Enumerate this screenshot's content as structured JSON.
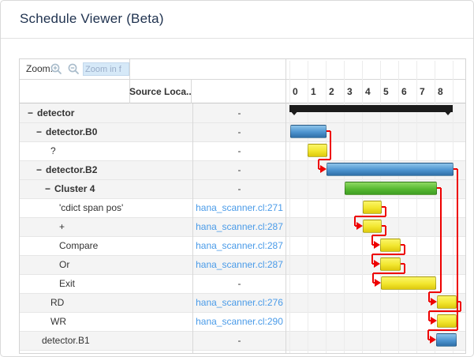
{
  "title": "Schedule Viewer (Beta)",
  "toolbar": {
    "zoom_label": "Zoom:",
    "zoom_in_icon": "magnifier-plus",
    "zoom_out_icon": "magnifier-minus",
    "zoom_input_placeholder": "Zoom in f",
    "zoom_input_value": ""
  },
  "colors": {
    "title_navy": "#203350",
    "link_blue": "#4a9be8",
    "connector_red": "#ee0000",
    "row_shade_gray": "#f4f4f4",
    "bar_styles": {
      "blue": {
        "top": "#8ec4ea",
        "mid": "#4d94cf",
        "bottom": "#2f6fa8"
      },
      "yellow": {
        "top": "#fbf668",
        "mid": "#f2e62e",
        "bottom": "#ddc90e"
      },
      "green": {
        "top": "#8fd964",
        "mid": "#57b931",
        "bottom": "#3e9e22"
      },
      "black": {
        "top": "#222222",
        "mid": "#161616",
        "bottom": "#111111"
      }
    }
  },
  "chart_data": {
    "type": "gantt",
    "source_column_header": "Source Loca...",
    "timeline": {
      "tick_labels": [
        "0",
        "1",
        "2",
        "3",
        "4",
        "5",
        "6",
        "7",
        "8"
      ],
      "axis_range": [
        0,
        9
      ]
    },
    "rows": [
      {
        "label": "detector",
        "level": 1,
        "parent": true,
        "shaded": true,
        "source": "-",
        "source_is_link": false,
        "bar": {
          "shape": "summary",
          "start": 0,
          "end": 9,
          "color": "black"
        }
      },
      {
        "label": "detector.B0",
        "level": 2,
        "parent": true,
        "shaded": true,
        "source": "-",
        "source_is_link": false,
        "bar": {
          "shape": "task",
          "start": 0.05,
          "end": 2.05,
          "color": "blue"
        }
      },
      {
        "label": "?",
        "level": 3,
        "parent": false,
        "shaded": false,
        "source": "-",
        "source_is_link": false,
        "bar": {
          "shape": "task",
          "start": 1.0,
          "end": 2.1,
          "color": "yellow"
        }
      },
      {
        "label": "detector.B2",
        "level": 2,
        "parent": true,
        "shaded": true,
        "source": "-",
        "source_is_link": false,
        "bar": {
          "shape": "task",
          "start": 2.05,
          "end": 9.05,
          "color": "blue"
        }
      },
      {
        "label": "Cluster 4",
        "level": 3,
        "parent": true,
        "shaded": true,
        "source": "-",
        "source_is_link": false,
        "bar": {
          "shape": "task",
          "start": 3.05,
          "end": 8.15,
          "color": "green"
        }
      },
      {
        "label": "'cdict span pos'",
        "level": 4,
        "parent": false,
        "shaded": false,
        "source": "hana_scanner.cl:271",
        "source_is_link": true,
        "bar": {
          "shape": "task",
          "start": 4.05,
          "end": 5.1,
          "color": "yellow"
        }
      },
      {
        "label": "+",
        "level": 4,
        "parent": false,
        "shaded": true,
        "source": "hana_scanner.cl:287",
        "source_is_link": true,
        "bar": {
          "shape": "task",
          "start": 4.05,
          "end": 5.1,
          "color": "yellow"
        }
      },
      {
        "label": "Compare",
        "level": 4,
        "parent": false,
        "shaded": false,
        "source": "hana_scanner.cl:287",
        "source_is_link": true,
        "bar": {
          "shape": "task",
          "start": 5.0,
          "end": 6.15,
          "color": "yellow"
        }
      },
      {
        "label": "Or",
        "level": 4,
        "parent": false,
        "shaded": true,
        "source": "hana_scanner.cl:287",
        "source_is_link": true,
        "bar": {
          "shape": "task",
          "start": 5.0,
          "end": 6.15,
          "color": "yellow"
        }
      },
      {
        "label": "Exit",
        "level": 4,
        "parent": false,
        "shaded": false,
        "source": "-",
        "source_is_link": false,
        "bar": {
          "shape": "task",
          "start": 5.05,
          "end": 8.1,
          "color": "yellow"
        }
      },
      {
        "label": "RD",
        "level": 3,
        "parent": false,
        "shaded": true,
        "source": "hana_scanner.cl:276",
        "source_is_link": true,
        "bar": {
          "shape": "task",
          "start": 8.15,
          "end": 9.2,
          "color": "yellow"
        }
      },
      {
        "label": "WR",
        "level": 3,
        "parent": false,
        "shaded": false,
        "source": "hana_scanner.cl:290",
        "source_is_link": true,
        "bar": {
          "shape": "task",
          "start": 8.15,
          "end": 9.2,
          "color": "yellow"
        }
      },
      {
        "label": "detector.B1",
        "level": 2,
        "parent": false,
        "shaded": true,
        "source": "-",
        "source_is_link": false,
        "bar": {
          "shape": "task",
          "start": 8.1,
          "end": 9.2,
          "color": "blue"
        }
      }
    ],
    "links": [
      {
        "from": 1,
        "to": 3
      },
      {
        "from": 5,
        "to": 6
      },
      {
        "from": 6,
        "to": 7
      },
      {
        "from": 7,
        "to": 8
      },
      {
        "from": 8,
        "to": 9
      },
      {
        "from": 4,
        "to": 10
      },
      {
        "from": 10,
        "to": 11
      },
      {
        "from": 3,
        "to": 12
      }
    ]
  }
}
